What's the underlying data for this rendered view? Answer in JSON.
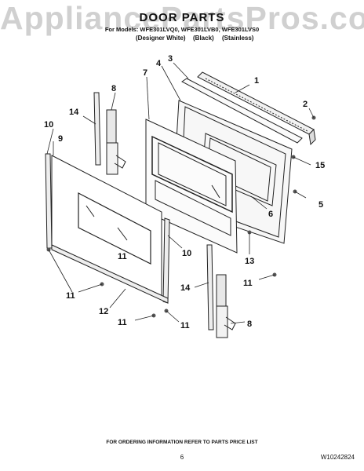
{
  "watermark": "AppliancePartsPros.com",
  "header": {
    "title": "DOOR PARTS",
    "models": "For Models: WFE301LVQ0, WFE301LVB0, WFE301LVS0",
    "variants": [
      "(Designer White)",
      "(Black)",
      "(Stainless)"
    ]
  },
  "callouts": [
    "1",
    "2",
    "3",
    "4",
    "5",
    "6",
    "7",
    "8",
    "8",
    "9",
    "10",
    "10",
    "11",
    "11",
    "11",
    "11",
    "11",
    "12",
    "13",
    "14",
    "14",
    "15"
  ],
  "footer": {
    "ordering_note": "FOR ORDERING INFORMATION REFER TO PARTS PRICE LIST",
    "page_number": "6",
    "doc_number": "W10242824"
  }
}
